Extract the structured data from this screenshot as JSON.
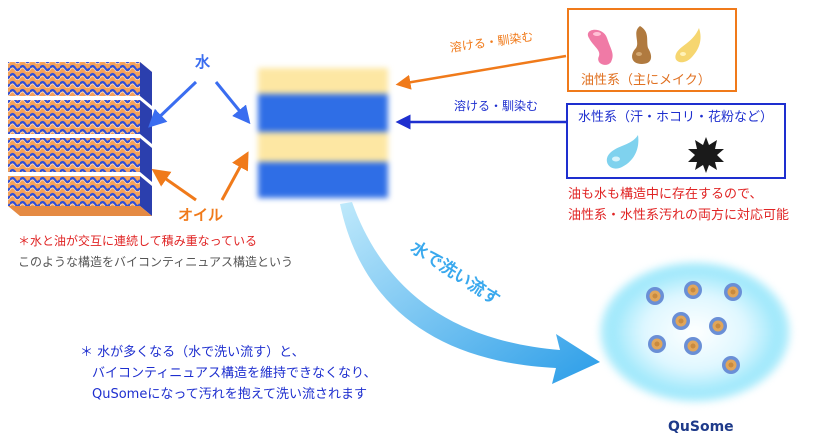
{
  "colors": {
    "blue_arrow": "#3a6df0",
    "orange_arrow": "#f07a1a",
    "water_box": "#1e2fcf",
    "red_text": "#e02424",
    "gray_text": "#555555",
    "layer_yellow": "#fde7a3",
    "layer_blue": "#2f6ee6",
    "flow_arrow": "#3aa9ee",
    "qusome_dot_outer": "#6a8fd6",
    "qusome_dot_inner": "#e1a65a"
  },
  "labels": {
    "water": "水",
    "oil": "オイル",
    "dissolve_oil": "溶ける・馴染む",
    "dissolve_water": "溶ける・馴染む",
    "oil_box_title": "油性系（主にメイク）",
    "water_box_title": "水性系（汗・ホコリ・花粉など）",
    "note_red_line1": "油も水も構造中に存在するので、",
    "note_red_line2": "油性系・水性系汚れの両方に対応可能",
    "bicontinuous_line1": "＊水と油が交互に連続して積み重なっている",
    "bicontinuous_line2": "このような構造をバイコンティニュアス構造という",
    "wash_arrow": "水で洗い流す",
    "bottom_note_line1": "＊ 水が多くなる（水で洗い流す）と、",
    "bottom_note_line2": "バイコンティニュアス構造を維持できなくなり、",
    "bottom_note_line3": "QuSomeになって汚れを抱えて洗い流されます",
    "qusome": "QuSome"
  },
  "icons": [
    "pink-drop-icon",
    "brown-drop-icon",
    "yellow-drop-icon",
    "light-blue-drop-icon",
    "dust-splat-icon"
  ]
}
